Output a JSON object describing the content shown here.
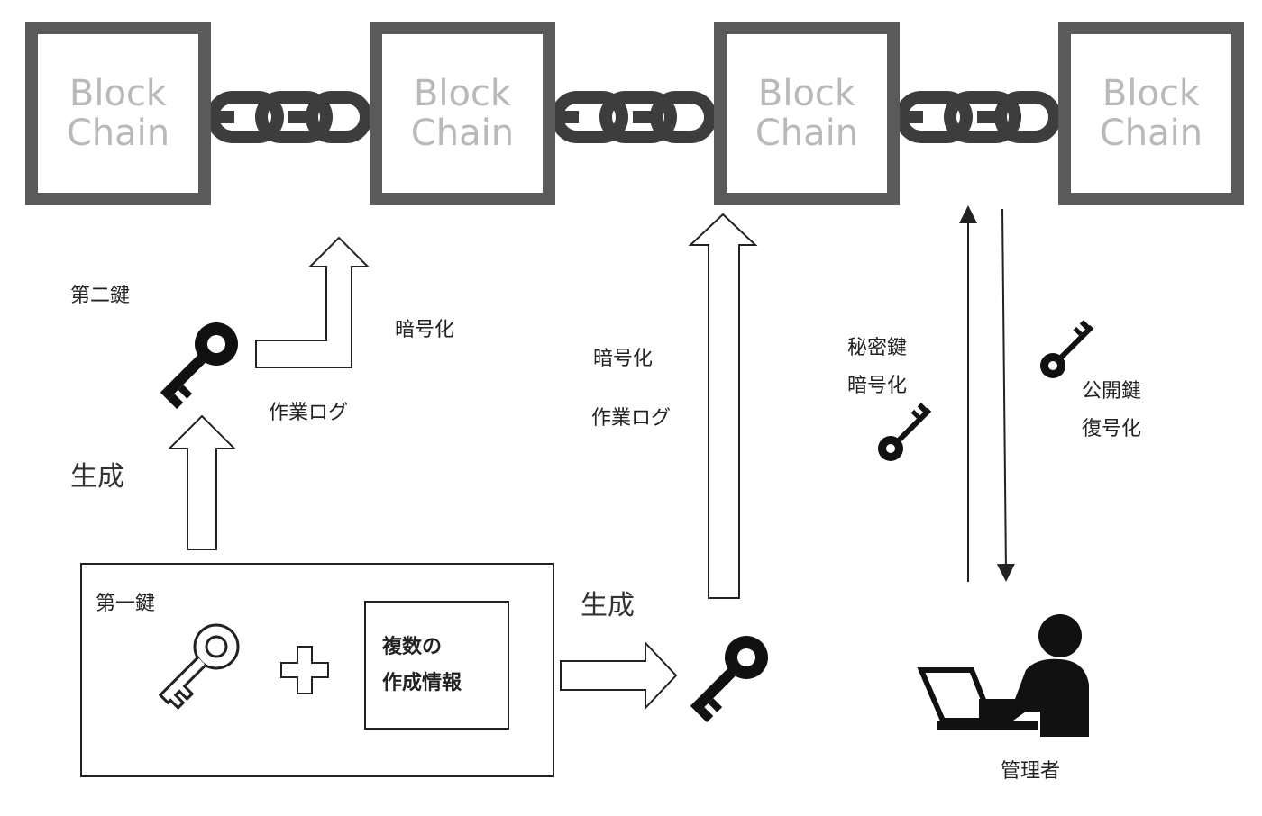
{
  "blocks": [
    {
      "line1": "Block",
      "line2": "Chain"
    },
    {
      "line1": "Block",
      "line2": "Chain"
    },
    {
      "line1": "Block",
      "line2": "Chain"
    },
    {
      "line1": "Block",
      "line2": "Chain"
    }
  ],
  "labels": {
    "second_key": "第二鍵",
    "encrypt_1": "暗号化",
    "work_log_1": "作業ログ",
    "generate_1": "生成",
    "encrypt_2": "暗号化",
    "work_log_2": "作業ログ",
    "private_key": "秘密鍵",
    "encrypt_3": "暗号化",
    "public_key": "公開鍵",
    "decrypt": "復号化",
    "first_key": "第一鍵",
    "info_line1": "複数の",
    "info_line2": "作成情報",
    "generate_2": "生成",
    "admin": "管理者"
  },
  "colors": {
    "block_frame": "#5a5a5a",
    "chain": "#3d3d3d",
    "block_text": "#b9b9b9",
    "icon": "#111111"
  },
  "icons": [
    "key-icon",
    "chain-link-icon",
    "plus-icon",
    "admin-laptop-icon"
  ]
}
